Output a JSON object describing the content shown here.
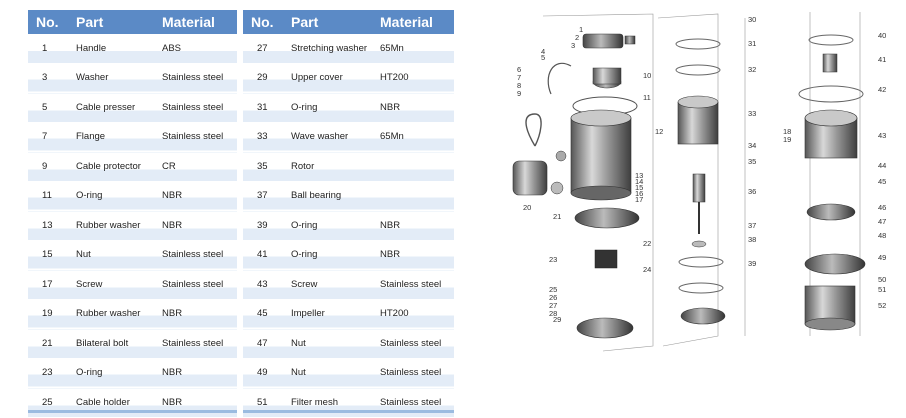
{
  "columns": {
    "no": "No.",
    "part": "Part",
    "material": "Material"
  },
  "left_rows": [
    {
      "no": "1",
      "part": "Handle",
      "material": "ABS"
    },
    {
      "no": "3",
      "part": "Washer",
      "material": "Stainless steel"
    },
    {
      "no": "5",
      "part": "Cable presser",
      "material": "Stainless steel"
    },
    {
      "no": "7",
      "part": "Flange",
      "material": "Stainless steel"
    },
    {
      "no": "9",
      "part": "Cable protector",
      "material": "CR"
    },
    {
      "no": "11",
      "part": "O-ring",
      "material": "NBR"
    },
    {
      "no": "13",
      "part": "Rubber washer",
      "material": "NBR"
    },
    {
      "no": "15",
      "part": "Nut",
      "material": "Stainless steel"
    },
    {
      "no": "17",
      "part": "Screw",
      "material": "Stainless steel"
    },
    {
      "no": "19",
      "part": "Rubber washer",
      "material": "NBR"
    },
    {
      "no": "21",
      "part": "Bilateral bolt",
      "material": "Stainless steel"
    },
    {
      "no": "23",
      "part": "O-ring",
      "material": "NBR"
    },
    {
      "no": "25",
      "part": "Cable holder",
      "material": "NBR"
    }
  ],
  "right_rows": [
    {
      "no": "27",
      "part": "Stretching washer",
      "material": "65Mn"
    },
    {
      "no": "29",
      "part": "Upper cover",
      "material": "HT200"
    },
    {
      "no": "31",
      "part": "O-ring",
      "material": "NBR"
    },
    {
      "no": "33",
      "part": "Wave washer",
      "material": "65Mn"
    },
    {
      "no": "35",
      "part": "Rotor",
      "material": ""
    },
    {
      "no": "37",
      "part": "Ball bearing",
      "material": ""
    },
    {
      "no": "39",
      "part": "O-ring",
      "material": "NBR"
    },
    {
      "no": "41",
      "part": "O-ring",
      "material": "NBR"
    },
    {
      "no": "43",
      "part": "Screw",
      "material": "Stainless steel"
    },
    {
      "no": "45",
      "part": "Impeller",
      "material": "HT200"
    },
    {
      "no": "47",
      "part": "Nut",
      "material": "Stainless steel"
    },
    {
      "no": "49",
      "part": "Nut",
      "material": "Stainless steel"
    },
    {
      "no": "51",
      "part": "Filter mesh",
      "material": "Stainless steel"
    }
  ],
  "diagram_callouts": [
    "1",
    "2",
    "3",
    "4",
    "5",
    "6",
    "7",
    "8",
    "9",
    "10",
    "11",
    "12",
    "13",
    "14",
    "15",
    "16",
    "17",
    "18",
    "19",
    "20",
    "21",
    "22",
    "23",
    "24",
    "25",
    "26",
    "27",
    "28",
    "29",
    "30",
    "31",
    "32",
    "33",
    "34",
    "35",
    "36",
    "37",
    "38",
    "39",
    "40",
    "41",
    "42",
    "43",
    "44",
    "45",
    "46",
    "47",
    "48",
    "49",
    "50",
    "51",
    "52"
  ],
  "colors": {
    "header_bg": "#5b8ac6",
    "row_stripe": "#e3ecf7",
    "bottom_rule": "#9bbbe0"
  }
}
